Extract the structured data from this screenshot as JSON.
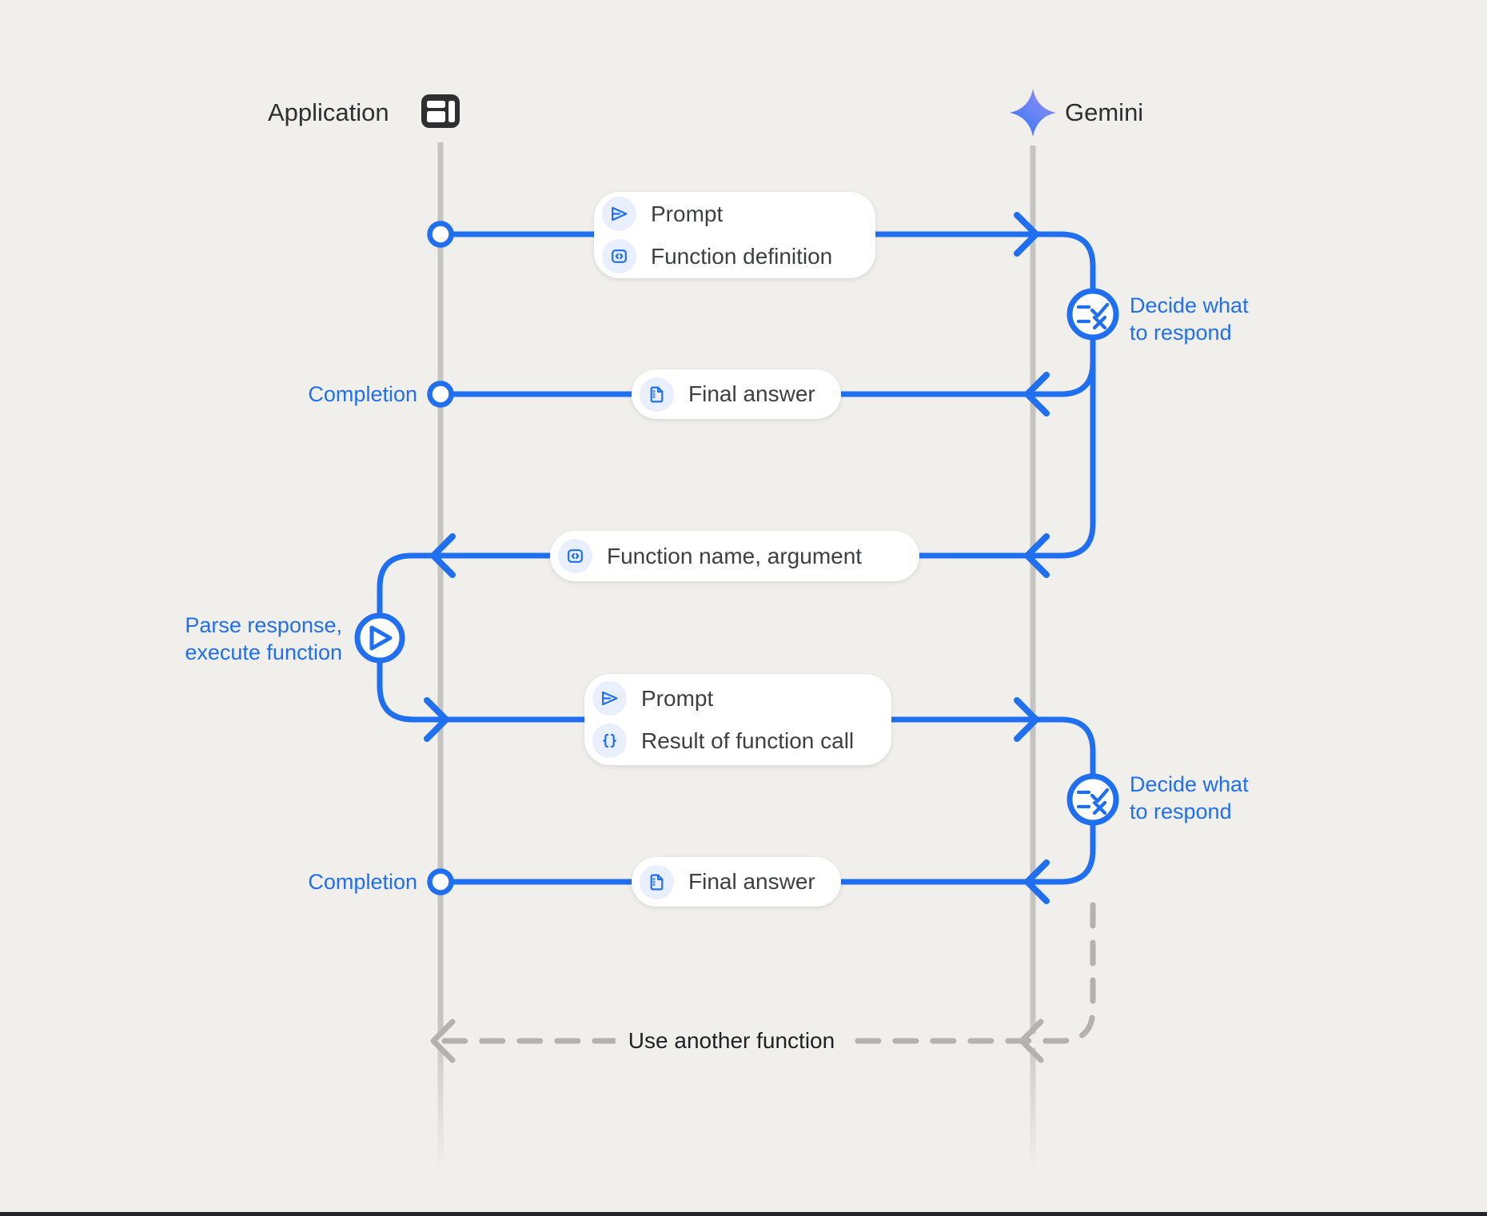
{
  "colors": {
    "background": "#f1efec",
    "accent_blue": "#1f6ff0",
    "lifeline_gray": "#c6c4c1",
    "dashed_gray": "#b4b2af",
    "box_background": "#ffffff",
    "icon_chip_background": "#e9effd",
    "box_text": "#3c4043",
    "header_text": "#2e2f31",
    "gemini_gradient": [
      "#2e74f2",
      "#9d80f8"
    ]
  },
  "actors": {
    "application": {
      "label": "Application",
      "icon": "app-window-icon"
    },
    "gemini": {
      "label": "Gemini",
      "icon": "gemini-star-icon"
    }
  },
  "messages": {
    "prompt_function_definition": {
      "direction": "application-to-gemini",
      "rows": [
        {
          "icon": "send-icon",
          "label": "Prompt"
        },
        {
          "icon": "code-icon",
          "label": "Function definition"
        }
      ]
    },
    "final_answer_1": {
      "direction": "gemini-to-application",
      "side_label": "Completion",
      "rows": [
        {
          "icon": "document-icon",
          "label": "Final answer"
        }
      ]
    },
    "function_name_argument": {
      "direction": "gemini-to-application",
      "rows": [
        {
          "icon": "code-icon",
          "label": "Function name, argument"
        }
      ]
    },
    "prompt_function_result": {
      "direction": "application-to-gemini",
      "rows": [
        {
          "icon": "send-icon",
          "label": "Prompt"
        },
        {
          "icon": "braces-icon",
          "label": "Result of function call"
        }
      ]
    },
    "final_answer_2": {
      "direction": "gemini-to-application",
      "side_label": "Completion",
      "rows": [
        {
          "icon": "document-icon",
          "label": "Final answer"
        }
      ]
    },
    "use_another_function": {
      "direction": "gemini-to-application",
      "style": "dashed",
      "label": "Use another function"
    }
  },
  "annotations": {
    "decide_1": {
      "icon": "decide-icon",
      "lines": [
        "Decide what",
        "to respond"
      ]
    },
    "decide_2": {
      "icon": "decide-icon",
      "lines": [
        "Decide what",
        "to respond"
      ]
    },
    "parse_execute": {
      "icon": "play-icon",
      "lines": [
        "Parse response,",
        "execute function"
      ]
    }
  }
}
